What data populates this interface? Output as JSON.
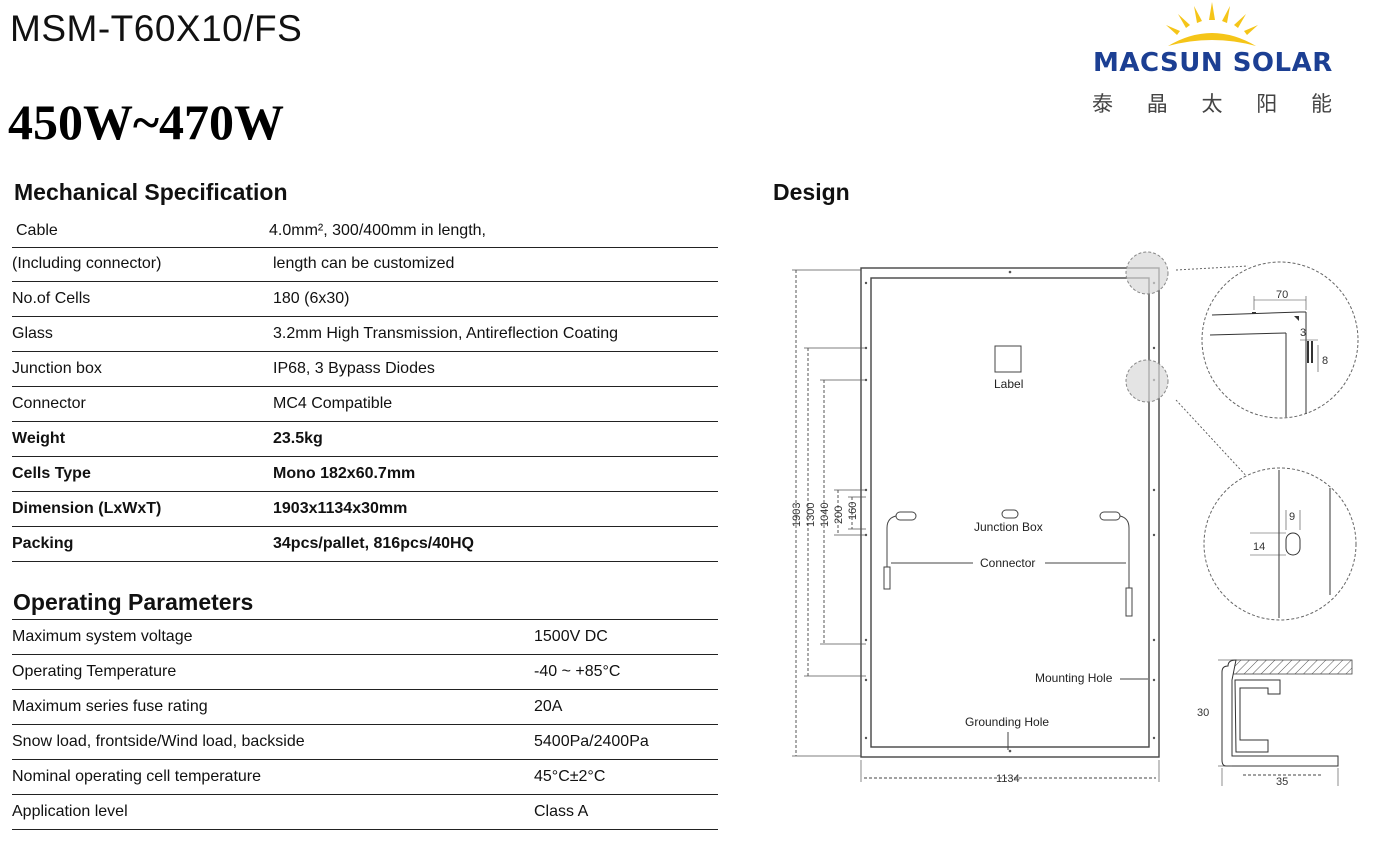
{
  "header": {
    "model": "MSM-T60X10/FS",
    "power_range": "450W~470W"
  },
  "logo": {
    "brand": "MACSUN SOLAR",
    "chinese_chars": [
      "泰",
      "晶",
      "太",
      "阳",
      "能"
    ],
    "brand_color": "#1c3f93",
    "sun_color": "#f5c518"
  },
  "mechanical": {
    "title": "Mechanical Specification",
    "rows": [
      {
        "label": "Cable",
        "value": "4.0mm², 300/400mm in length,",
        "bold": false
      },
      {
        "label": "(Including connector)",
        "value": "length can be customized",
        "bold": false
      },
      {
        "label": "No.of Cells",
        "value": "180 (6x30)",
        "bold": false
      },
      {
        "label": "Glass",
        "value": "3.2mm High Transmission, Antireflection Coating",
        "bold": false
      },
      {
        "label": "Junction box",
        "value": "IP68, 3 Bypass Diodes",
        "bold": false
      },
      {
        "label": "Connector",
        "value": "MC4 Compatible",
        "bold": false
      },
      {
        "label": "Weight",
        "value": "23.5kg",
        "bold": true
      },
      {
        "label": "Cells Type",
        "value": "Mono 182x60.7mm",
        "bold": true
      },
      {
        "label": "Dimension (LxWxT)",
        "value": "1903x1134x30mm",
        "bold": true
      },
      {
        "label": "Packing",
        "value": "34pcs/pallet, 816pcs/40HQ",
        "bold": true
      }
    ]
  },
  "operating": {
    "title": "Operating Parameters",
    "rows": [
      {
        "label": "Maximum system voltage",
        "value": "1500V DC"
      },
      {
        "label": "Operating Temperature",
        "value": "-40 ~ +85°C"
      },
      {
        "label": "Maximum series fuse rating",
        "value": "20A"
      },
      {
        "label": "Snow load, frontside/Wind load, backside",
        "value": "5400Pa/2400Pa"
      },
      {
        "label": "Nominal operating cell temperature",
        "value": "45°C±2°C"
      },
      {
        "label": "Application level",
        "value": "Class A"
      }
    ]
  },
  "design": {
    "title": "Design",
    "labels": {
      "label": "Label",
      "junction_box": "Junction Box",
      "connector": "Connector",
      "mounting_hole": "Mounting Hole",
      "grounding_hole": "Grounding Hole"
    },
    "dimensions": {
      "length": "1903",
      "d1300": "1300",
      "d1040": "1040",
      "d200": "200",
      "d160": "160",
      "width": "1134",
      "frame_width": "70",
      "d3": "3",
      "d8": "8",
      "d9": "9",
      "d14": "14",
      "thickness": "30",
      "flange": "35"
    }
  }
}
